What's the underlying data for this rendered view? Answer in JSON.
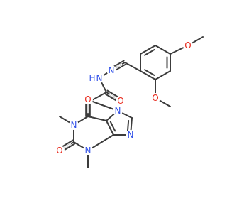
{
  "colors": {
    "bond": "#3c3c3c",
    "oxygen": "#e8291c",
    "nitrogen": "#3050e8",
    "hydrogen_on_nitrogen": "#3050e8",
    "background": "#ffffff"
  },
  "atoms": {
    "o_methoxy_top": "O",
    "o_methoxy_ortho": "O",
    "n_hydrazone_imine": "N",
    "n_hydrazone_amide": "N",
    "h_on_amide_n": "H",
    "o_amide_carbonyl": "O",
    "n7_imidazole": "N",
    "o_c6_carbonyl": "O",
    "n1_methyl": "N",
    "o_c2_carbonyl": "O",
    "n3_methyl": "N",
    "n9_imidazole": "N"
  }
}
